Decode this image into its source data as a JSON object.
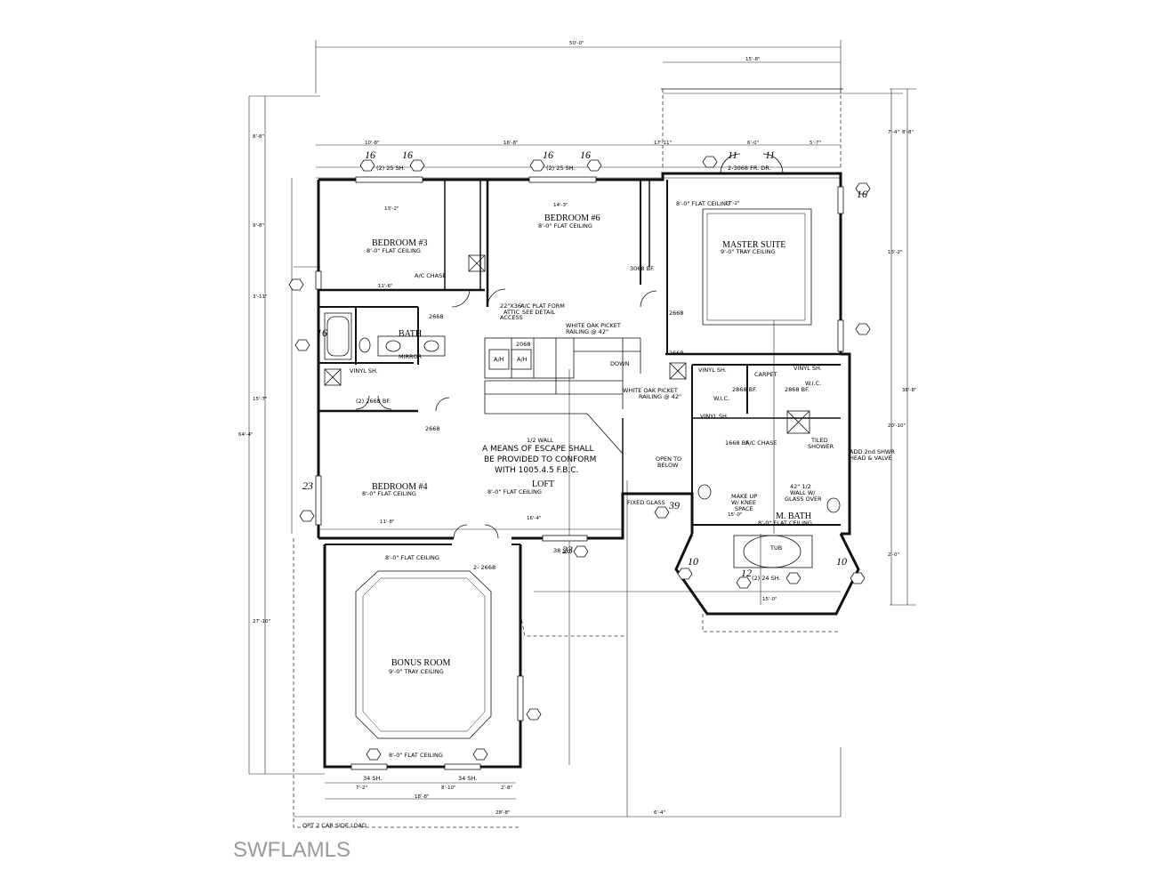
{
  "plan": {
    "rooms": {
      "bedroom3": {
        "name": "BEDROOM #3",
        "ceiling": "8'-0\" FLAT CEILING"
      },
      "bedroom6": {
        "name": "BEDROOM #6",
        "ceiling": "8'-0\" FLAT CEILING"
      },
      "master": {
        "name": "MASTER SUITE",
        "ceiling": "9'-0\" TRAY CEILING"
      },
      "bath": {
        "name": "BATH"
      },
      "bedroom4": {
        "name": "BEDROOM #4",
        "ceiling": "8'-0\" FLAT CEILING"
      },
      "loft": {
        "name": "LOFT",
        "ceiling": "8'-0\" FLAT CEILING"
      },
      "bonus": {
        "name": "BONUS ROOM",
        "ceiling": "9'-0\" TRAY CEILING"
      },
      "mbath": {
        "name": "M. BATH",
        "ceiling": "8'-0\" FLAT CEILING"
      }
    },
    "notes": {
      "egress1": "A MEANS OF ESCAPE SHALL",
      "egress2": "BE PROVIDED TO CONFORM",
      "egress3": "WITH 1005.4.5 F.B.C.",
      "half_wall": "1/2 WALL",
      "rail1_a": "WHITE OAK PICKET",
      "rail1_b": "RAILING @ 42\"",
      "rail2_a": "WHITE OAK PICKET",
      "rail2_b": "RAILING @ 42\"",
      "ac_chase_top": "A/C CHASE",
      "ac_platform_a": "A/C PLAT FORM",
      "ac_platform_b": "SEE DETAIL",
      "attic_a": "22\"X36\"",
      "attic_b": "ATTIC",
      "attic_c": "ACCESS",
      "mirror": "MIRROR",
      "open_below_a": "OPEN TO",
      "open_below_b": "BELOW",
      "fixed_glass": "FIXED GLASS",
      "makeup_a": "MAKE UP",
      "makeup_b": "W/ KNEE",
      "makeup_c": "SPACE",
      "wall42_a": "42\" 1/2",
      "wall42_b": "WALL W/",
      "wall42_c": "GLASS OVER",
      "tiled_a": "TILED",
      "tiled_b": "SHOWER",
      "add_a": "ADD 2nd SHWR",
      "add_b": "HEAD & VALVE",
      "tub": "TUB",
      "wic1": "W.I.C.",
      "wic2": "W.I.C.",
      "carpet": "CARPET",
      "ac_chase_mid": "A/C CHASE",
      "vinyl1": "VINYL SH.",
      "vinyl2": "VINYL SH.",
      "vinyl3": "VINYL SH.",
      "vinyl4": "VINYL SH.",
      "down": "DOWN",
      "garage": "OPT 2 CAR SIDE LOAD",
      "frdr": "2-3068 FR. DR.",
      "sh1": "(2) 25 SH.",
      "sh2": "(2) 25 SH.",
      "sh3": "(2) 24 SH.",
      "sh34a": "34 SH.",
      "sh34b": "34 SH.",
      "sh38": "38 SH.",
      "door2668a": "2668",
      "door2668b": "2668",
      "door2668c": "2668",
      "door2668d": "2668",
      "door2068": "2068",
      "door3068": "3068 BF.",
      "door2668bf": "(2) 2668 BF.",
      "door2868a": "2868 BF.",
      "door2868b": "2868 BF.",
      "door1668": "1668 BF.",
      "door2668x": "2- 2668",
      "ah1": "A/H",
      "ah2": "A/H",
      "flat_top": "8'-0\" FLAT CEILING",
      "flat_bonus_top": "8'-0\" FLAT CEILING",
      "flat_bonus_bot": "8'-0\" FLAT CEILING"
    },
    "dims": {
      "overall_top": "50'-0\"",
      "top_right": "15'-8\"",
      "d1": "10'-8\"",
      "d2": "16'-8\"",
      "d3": "17'-11\"",
      "d4": "6'-0\"",
      "d5": "5'-7\"",
      "d6": "13'-2\"",
      "d7": "14'-3\"",
      "d8": "17'-2\"",
      "d9": "11'-6\"",
      "d10": "11'-8\"",
      "d11": "16'-4\"",
      "d12": "15'-0\"",
      "d13": "28'-8\"",
      "d14": "18'-8\"",
      "d15": "7'-2\"",
      "d16": "8'-10\"",
      "d17": "2'-8\"",
      "d18": "6'-4\"",
      "d19": "15'-0\"",
      "left_1": "8'-8\"",
      "left_2": "9'-8\"",
      "left_3": "3'-11\"",
      "left_4": "15'-7\"",
      "left_5": "27'-10\"",
      "left_total": "64'-4\"",
      "right_1": "7'-4\"",
      "right_2": "8'-8\"",
      "right_3": "13'-2\"",
      "right_4": "38'-8\"",
      "right_5": "20'-10\"",
      "right_6": "2'-0\""
    },
    "handwritten": {
      "h1": "16",
      "h2": "16",
      "h3": "16",
      "h4": "16",
      "h5": "11",
      "h6": "11",
      "h7": "16",
      "h8": "16",
      "h9": "23",
      "h10": "23",
      "h11": "39",
      "h12": "10",
      "h13": "10",
      "h14": "12"
    }
  },
  "watermark": "SWFLAMLS"
}
